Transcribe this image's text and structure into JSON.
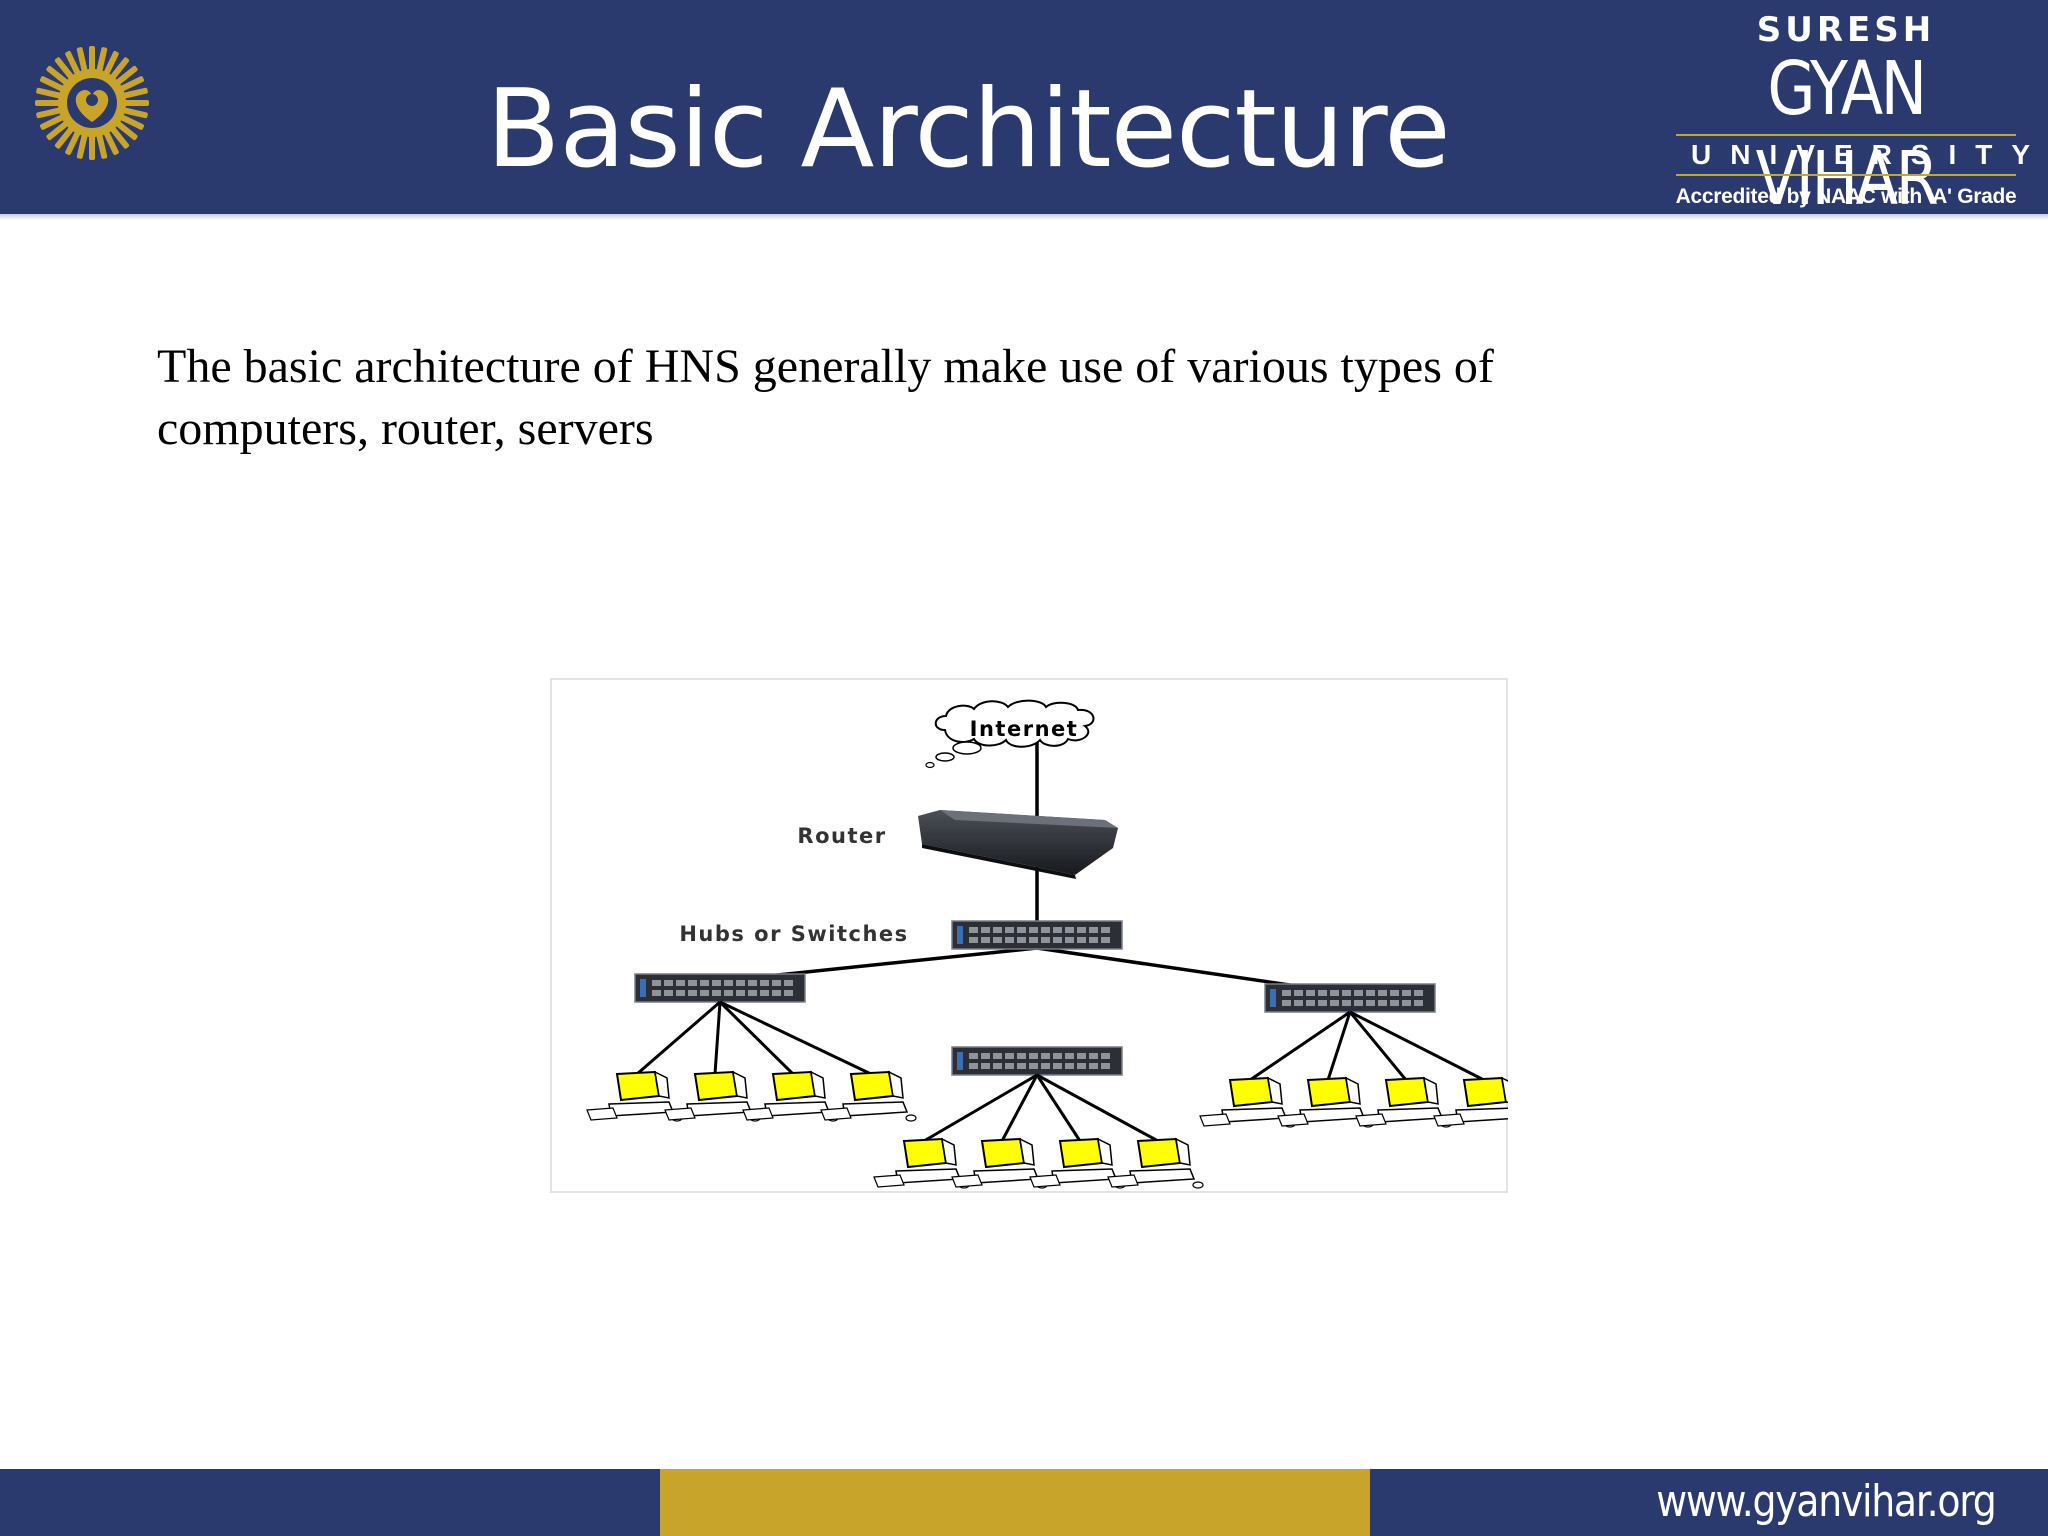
{
  "slide": {
    "title": "Basic Architecture",
    "paragraph_line1": "The basic architecture of HNS generally make use of various types of",
    "paragraph_line2": "computers, router, servers"
  },
  "branding": {
    "logo_top": "SURESH",
    "logo_main": "GYAN VIHAR",
    "logo_sub": "UNIVERSITY",
    "accreditation": "Accredited by NAAC with 'A' Grade",
    "emblem_icon": "sun-emblem-icon",
    "website": "www.gyanvihar.org"
  },
  "diagram": {
    "internet_label": "Internet",
    "router_label": "Router",
    "hubs_label": "Hubs or Switches"
  },
  "colors": {
    "navy": "#2b3a6e",
    "gold": "#c8a52a",
    "monitor_yellow": "#ffff00"
  }
}
